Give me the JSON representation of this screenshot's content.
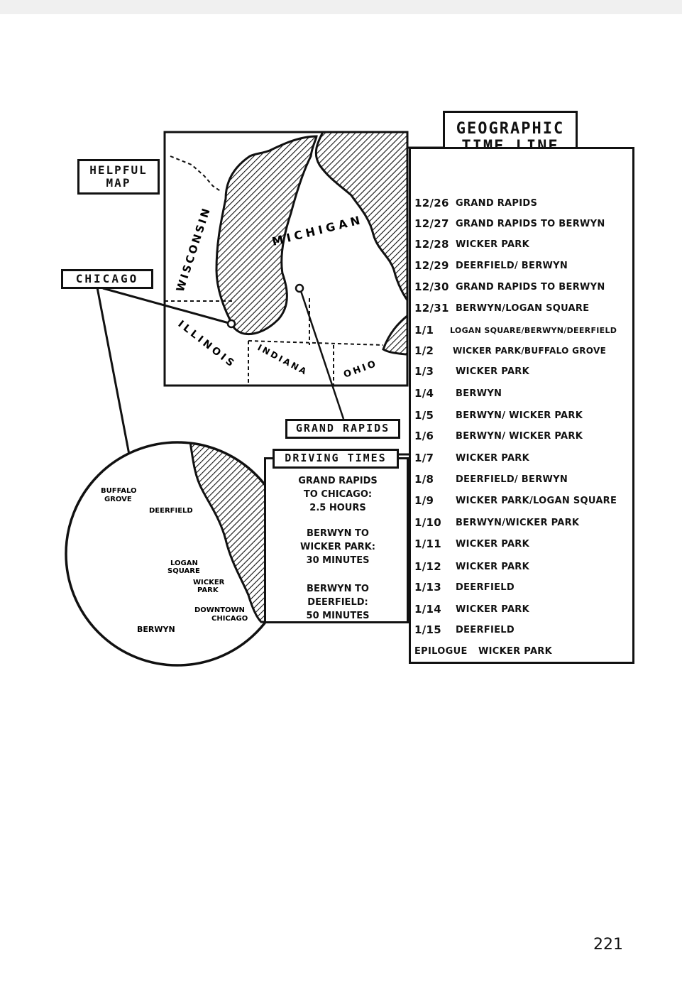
{
  "title_box": {
    "line1": "GEOGRAPHIC",
    "line2": "TIME LINE"
  },
  "helpful_map": {
    "line1": "HELPFUL",
    "line2": "MAP"
  },
  "chicago_label": "CHICAGO",
  "grand_rapids_label": "GRAND RAPIDS",
  "map_labels": {
    "michigan": "MICHIGAN",
    "wisconsin": "WISCONSIN",
    "illinois": "ILLINOIS",
    "indiana": "INDIANA",
    "ohio": "OHIO"
  },
  "inset_labels": {
    "buffalo_grove": [
      "BUFFALO",
      "GROVE"
    ],
    "deerfield": "DEERFIELD",
    "logan_square": [
      "LOGAN",
      "SQUARE"
    ],
    "wicker_park": [
      "WICKER",
      "PARK"
    ],
    "downtown_chicago": [
      "DOWNTOWN",
      "CHICAGO"
    ],
    "berwyn": "BERWYN"
  },
  "driving_times": {
    "title": "DRIVING TIMES",
    "entries": [
      {
        "lines": [
          "GRAND RAPIDS",
          "TO CHICAGO:",
          "2.5 HOURS"
        ]
      },
      {
        "lines": [
          "BERWYN TO",
          "WICKER PARK:",
          "30 MINUTES"
        ]
      },
      {
        "lines": [
          "BERWYN TO",
          "DEERFIELD:",
          "50 MINUTES"
        ]
      }
    ]
  },
  "timeline": [
    {
      "date": "12/26",
      "place": "GRAND RAPIDS"
    },
    {
      "date": "12/27",
      "place": "GRAND RAPIDS TO BERWYN"
    },
    {
      "date": "12/28",
      "place": "WICKER PARK"
    },
    {
      "date": "12/29",
      "place": "DEERFIELD/ BERWYN"
    },
    {
      "date": "12/30",
      "place": "GRAND RAPIDS TO BERWYN"
    },
    {
      "date": "12/31",
      "place": "BERWYN/LOGAN SQUARE"
    },
    {
      "date": "1/1",
      "place": "LOGAN SQUARE/BERWYN/DEERFIELD"
    },
    {
      "date": "1/2",
      "place": "WICKER PARK/BUFFALO GROVE"
    },
    {
      "date": "1/3",
      "place": "WICKER PARK"
    },
    {
      "date": "1/4",
      "place": "BERWYN"
    },
    {
      "date": "1/5",
      "place": "BERWYN/ WICKER PARK"
    },
    {
      "date": "1/6",
      "place": "BERWYN/ WICKER PARK"
    },
    {
      "date": "1/7",
      "place": "WICKER PARK"
    },
    {
      "date": "1/8",
      "place": "DEERFIELD/ BERWYN"
    },
    {
      "date": "1/9",
      "place": "WICKER PARK/LOGAN SQUARE"
    },
    {
      "date": "1/10",
      "place": "BERWYN/WICKER PARK"
    },
    {
      "date": "1/11",
      "place": "WICKER PARK"
    },
    {
      "date": "1/12",
      "place": "WICKER PARK"
    },
    {
      "date": "1/13",
      "place": "DEERFIELD"
    },
    {
      "date": "1/14",
      "place": "WICKER PARK"
    },
    {
      "date": "1/15",
      "place": "DEERFIELD"
    },
    {
      "date": "EPILOGUE",
      "place": "WICKER PARK"
    }
  ],
  "page_number": "221"
}
